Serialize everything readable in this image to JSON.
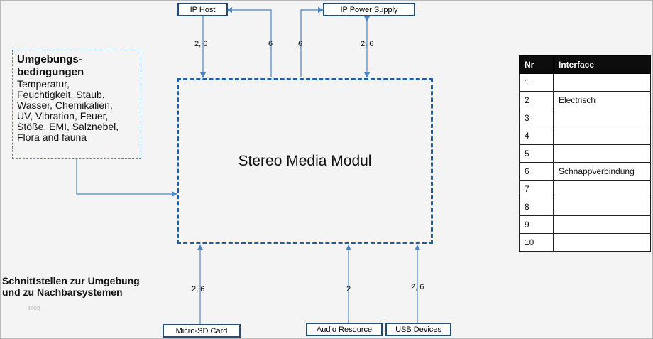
{
  "module": {
    "title": "Stereo Media Modul"
  },
  "environment": {
    "title": "Umgebungs-\nbedingungen",
    "items": "Temperatur,\nFeuchtigkeit, Staub,\nWasser, Chemikalien,\nUV, Vibration, Feuer,\nStöße, EMI, Salznebel,\nFlora and fauna"
  },
  "boxes": {
    "ip_host": "IP Host",
    "ip_power": "IP Power Supply",
    "micro_sd": "Micro-SD Card",
    "audio": "Audio Resource",
    "usb": "USB Devices"
  },
  "connection_labels": {
    "ip_host_down": "2, 6",
    "ip_host_up": "6",
    "ip_power_up": "6",
    "ip_power_down": "2, 6",
    "micro_sd": "2, 6",
    "audio": "2",
    "usb": "2, 6"
  },
  "side_title": "Schnittstellen zur Umgebung\nund zu Nachbarsystemen",
  "watermark": "blog",
  "table": {
    "headers": [
      "Nr",
      "Interface"
    ],
    "rows": [
      {
        "nr": "1",
        "interface": ""
      },
      {
        "nr": "2",
        "interface": "Electrisch"
      },
      {
        "nr": "3",
        "interface": ""
      },
      {
        "nr": "4",
        "interface": ""
      },
      {
        "nr": "5",
        "interface": ""
      },
      {
        "nr": "6",
        "interface": "Schnappverbindung"
      },
      {
        "nr": "7",
        "interface": ""
      },
      {
        "nr": "8",
        "interface": ""
      },
      {
        "nr": "9",
        "interface": ""
      },
      {
        "nr": "10",
        "interface": ""
      }
    ]
  },
  "colors": {
    "line": "#4a86c8",
    "module_border": "#1f5fa0",
    "box_border": "#1f4e79"
  }
}
